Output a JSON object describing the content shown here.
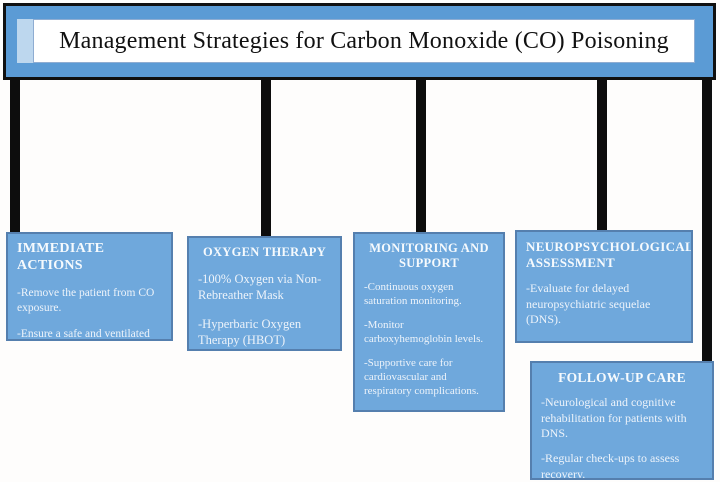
{
  "title": {
    "text": "Management Strategies for Carbon Monoxide (CO) Poisoning"
  },
  "colors": {
    "banner-blue": "#5b9bd5",
    "box-blue": "#6fa8dc",
    "accent-light": "#bdd7ee"
  },
  "boxes": [
    {
      "heading": "IMMEDIATE ACTIONS",
      "paragraphs": [
        "-Remove the patient from CO exposure.",
        "-Ensure a safe and ventilated environment."
      ]
    },
    {
      "heading": "OXYGEN THERAPY",
      "paragraphs": [
        "-100% Oxygen via Non-Rebreather Mask",
        "-Hyperbaric Oxygen Therapy (HBOT)"
      ]
    },
    {
      "heading": "MONITORING AND SUPPORT",
      "paragraphs": [
        "-Continuous oxygen saturation monitoring.",
        "-Monitor carboxyhemoglobin levels.",
        "-Supportive care for cardiovascular and respiratory complications."
      ]
    },
    {
      "heading": "NEUROPSYCHOLOGICAL ASSESSMENT",
      "paragraphs": [
        "-Evaluate for delayed neuropsychiatric sequelae (DNS)."
      ]
    },
    {
      "heading": "FOLLOW-UP CARE",
      "paragraphs": [
        "-Neurological and cognitive rehabilitation for patients with DNS.",
        "-Regular check-ups to assess recovery."
      ]
    }
  ]
}
